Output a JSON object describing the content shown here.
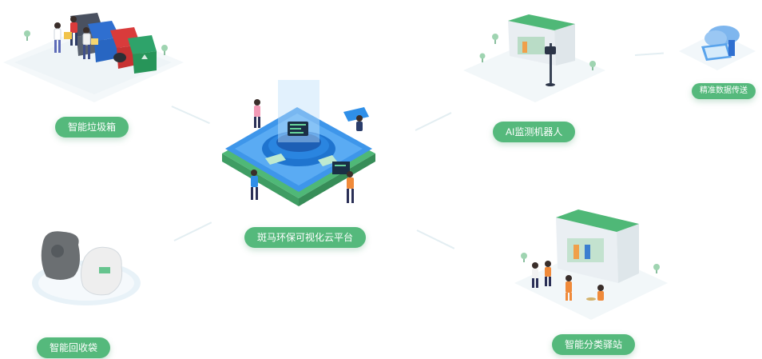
{
  "center": {
    "label": "斑马环保可视化云平台"
  },
  "nodes": {
    "smart_bin": {
      "label": "智能垃圾箱"
    },
    "ai_robot": {
      "label": "AI监测机器人"
    },
    "data_transfer": {
      "label": "精准数据传送"
    },
    "recycle_bag": {
      "label": "智能回收袋"
    },
    "sort_station": {
      "label": "智能分类驿站"
    }
  },
  "colors": {
    "accent_green": "#55b97c",
    "platform_blue": "#2f8fe8",
    "bin_red": "#d93b3b",
    "bin_blue": "#2f6fd0",
    "bin_green": "#2ea36a",
    "bin_gray": "#5a6270"
  }
}
